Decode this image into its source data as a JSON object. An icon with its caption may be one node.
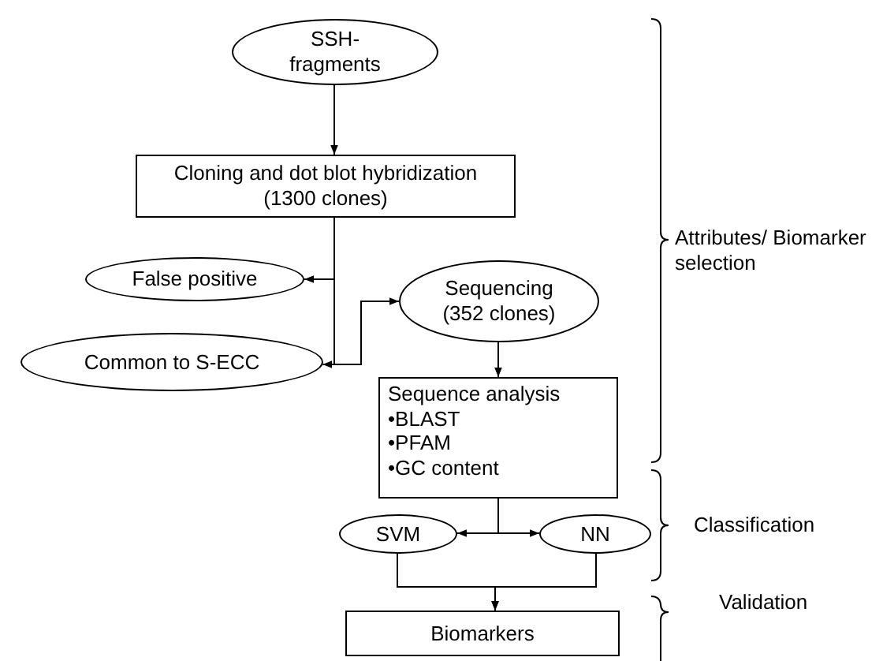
{
  "diagram": {
    "nodes": [
      {
        "text": [
          "SSH- fragments"
        ]
      },
      {
        "text": [
          "Cloning and dot blot hybridization (1300 clones)"
        ]
      },
      {
        "text": [
          "False positive"
        ]
      },
      {
        "text": [
          "Common to S-ECC"
        ]
      },
      {
        "text": [
          "Sequencing (352 clones)"
        ]
      },
      {
        "text": [
          "Sequence analysis",
          "•BLAST",
          "•PFAM",
          "•GC content"
        ]
      },
      {
        "text": [
          "SVM"
        ]
      },
      {
        "text": [
          "NN"
        ]
      },
      {
        "text": [
          "Biomarkers"
        ]
      }
    ],
    "edges": [
      {
        "from": 0,
        "to": 1,
        "arrow": "to"
      },
      {
        "from": 1,
        "to": 2,
        "arrow": "to"
      },
      {
        "from": 1,
        "to": 3,
        "arrow": "to"
      },
      {
        "from": 1,
        "to": 4,
        "arrow": "to"
      },
      {
        "from": 4,
        "to": 5,
        "arrow": "to"
      },
      {
        "from": 5,
        "to": 6,
        "arrow": "to"
      },
      {
        "from": 5,
        "to": 7,
        "arrow": "to"
      },
      {
        "from": 6,
        "to": 8,
        "arrow": "to"
      },
      {
        "from": 7,
        "to": 8,
        "arrow": "to"
      }
    ],
    "labels": [
      "Attributes/ Biomarker selection",
      "Classification",
      "Validation"
    ]
  }
}
